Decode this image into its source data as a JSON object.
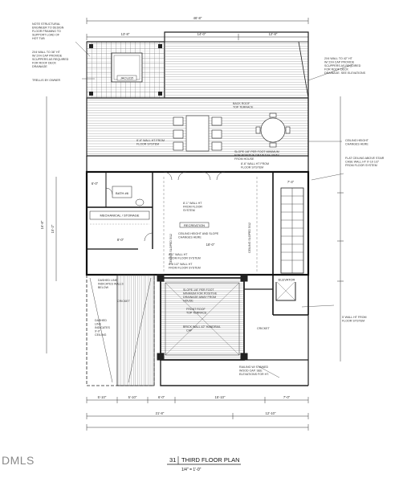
{
  "watermark": "DMLS",
  "title": {
    "number": "31",
    "name": "THIRD FLOOR PLAN",
    "scale": "1/4\" = 1'-0\""
  },
  "dimensions": {
    "overall_top": "46'-8\"",
    "top_left": "13'-8\"",
    "top_mid": "14'-0\"",
    "top_right": "12'-8\"",
    "left_side": "16'-8\"",
    "left_side2": "15'-2\"",
    "bottom_segments": [
      "5'-10\"",
      "5'-10\"",
      "6'-0\"",
      "15'-10\"",
      "7'-0\""
    ],
    "bottom_left": "21'-8\"",
    "bottom_right": "12'-10\"",
    "room_width_1": "8'-0\"",
    "room_width_2": "18'-0\"",
    "room_width_3": "6'-0\"",
    "room_width_4": "7'-4\""
  },
  "rooms": {
    "jacuzzi": "JACUZZI",
    "recreation": "RECREATION",
    "bath": "BATH #6",
    "mechanical": "MECHANICAL / STORAGE",
    "elevator": "ELEVATOR"
  },
  "notes": {
    "structural": "NOTE STRUCTURAL ENGINEER TO DESIGN FLOOR FRAMING TO SUPPORT LOAD OF HOT TUB",
    "wall_left": "2X4 WALL TO 36\" HT W/ 2X4 CAP PROVIDE SCUPPERS AS REQUIRED FOR ROOF DECK DRAINAGE",
    "wall_right": "2X4 WALL TO 42\" HT W/ 2X4 CAP PROVIDE SCUPPERS AS REQUIRED FOR ROOF DECK DRAINAGE SEE ELEVATIONS",
    "trellis": "TRELLIS BY OWNER",
    "back_roof": "BACK ROOF TOP TERRACE",
    "wall_ht_1": "8'-6\" WALL HT FROM FLOOR SYSTEM",
    "slope_1": "SLOPE 1/8\" PER FOOT MINIMUM FOR POSITIVE DRAINAGE AWAY FROM HOUSE",
    "ceiling_height": "CEILING HEIGHT CHANGES HERE",
    "wall_ht_2": "8'-6\" WALL HT FROM FLOOR SYSTEM",
    "flat_ceiling": "FLAT CEILING ABOVE STAIR CASE WALL HT 9'-10 1/2\" FROM FLOOR SYSTEM",
    "rec_wall": "8'-1\" WALL HT FROM FLOOR SYSTEM",
    "ceiling_slope": "CEILING HEIGHT AND SLOPE CHANGES HERE",
    "ceiling_sloped_1": "CEILING SLOPED 5/12",
    "ceiling_sloped_2": "CEILING SLOPED 5/12",
    "wall_ht_3": "8'-1\" WALL HT FROM FLOOR SYSTEM",
    "wall_ht_4": "8'-8 1/2\" WALL HT FROM FLOOR SYSTEM",
    "dashed_1": "DASHED LINE INDICATES WALLS BELOW",
    "cricket_1": "CRICKET",
    "slope_2": "SLOPE 1/8\" PER FOOT MINIMUM FOR POSITIVE DRAINAGE AWAY FROM HOUSE",
    "front_roof": "FRONT ROOF TOP TERRACE",
    "dashed_2": "DASHED LINE INDICATES 9'-0\" CEILING",
    "brick_wall": "BRICK WALL 42\" HANDRAIL CAP",
    "cricket_2": "CRICKET",
    "wall_ht_5": "5' WALL HT FROM FLOOR SYSTEM",
    "railing": "RAILING W/ STAINED WOOD CAP. SEE ELEVATIONS FOR HT."
  },
  "colors": {
    "line": "#1f1f1f",
    "hatch": "#6a6a6a",
    "paper": "#ffffff"
  }
}
